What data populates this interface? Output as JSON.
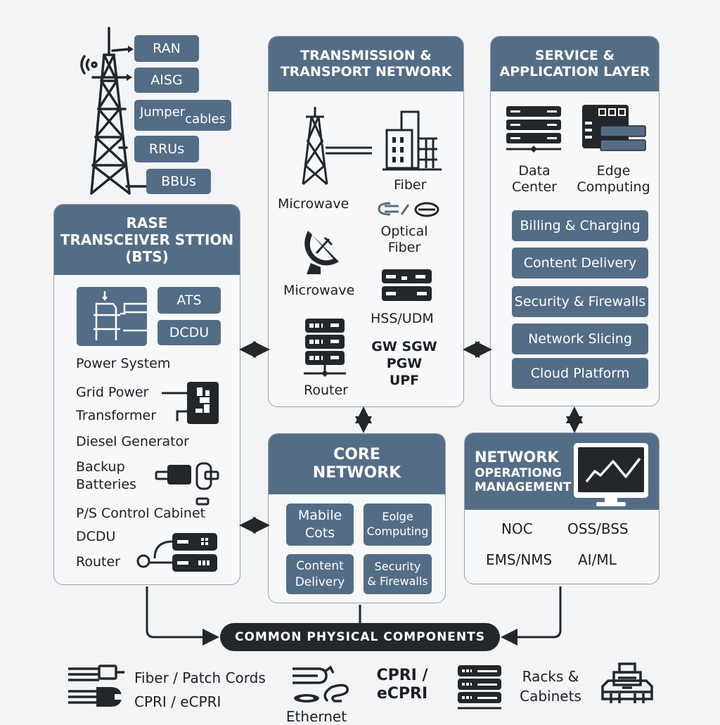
{
  "tower_labels": [
    "RAN",
    "AISG",
    "Jumper",
    "cables",
    "RRUs",
    "BBUs"
  ],
  "bts": {
    "title_lines": [
      "RASE",
      "TRANSCEIVER STTION",
      "(BTS)"
    ],
    "power_boxes": [
      "ATS",
      "DCDU"
    ],
    "power_system_label": "Power System",
    "items": [
      "Grid Power",
      "Transformer",
      "Diesel Generator",
      "Backup",
      "Batteries",
      "P/S Control Cabinet",
      "DCDU",
      "Router"
    ]
  },
  "transmission": {
    "title_lines": [
      "TRANSMISSION &",
      "TRANSPORT NETWORK"
    ],
    "labels": {
      "microwave_1": "Microwave",
      "fiber": "Fiber",
      "optical_fiber": [
        "Optical",
        "Fiber"
      ],
      "microwave_2": "Microwave",
      "hss": "HSS/UDM",
      "gateways": [
        "GW SGW",
        "PGW",
        "UPF"
      ],
      "router": "Router"
    }
  },
  "service": {
    "title_lines": [
      "SERVICE &",
      "APPLICATION LAYER"
    ],
    "icons": [
      {
        "label_lines": [
          "Data",
          "Center"
        ]
      },
      {
        "label_lines": [
          "Edge",
          "Computing"
        ]
      }
    ],
    "buttons": [
      "Billing & Charging",
      "Content  Delivery",
      "Security & Firewalls",
      "Network Slicing",
      "Cloud Platform"
    ]
  },
  "core": {
    "title_lines": [
      "CORE",
      "NETWORK"
    ],
    "boxes": [
      {
        "lines": [
          "Mabile",
          "Cots"
        ]
      },
      {
        "lines": [
          "Eolge",
          "Computing"
        ]
      },
      {
        "lines": [
          "Content",
          "Delivery"
        ]
      },
      {
        "lines": [
          "Security",
          "& Firewalls"
        ]
      }
    ]
  },
  "nom": {
    "title_lines": [
      "NETWORK",
      "OPERATIONG",
      "MANAGEMENT"
    ],
    "items": [
      "NOC",
      "OSS/BSS",
      "EMS/NMS",
      "AI/ML"
    ]
  },
  "common": {
    "title": "COMMON PHYSICAL COMPONENTS",
    "items": {
      "fiber_patch": "Fiber / Patch Cords",
      "cpri_1": "CPRI / eCPRI",
      "ethernet": "Ethernet",
      "cpri_2": [
        "CPRI /",
        "eCPRI"
      ],
      "racks": [
        "Racks &",
        "Cabinets"
      ]
    }
  },
  "colors": {
    "panel_header": "#546d86",
    "dark": "#23272b",
    "background": "#f3f4f5"
  }
}
